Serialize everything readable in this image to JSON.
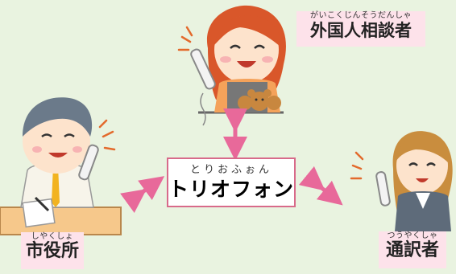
{
  "center": {
    "ruby": "とりおふぉん",
    "label": "トリオフォン"
  },
  "nodes": {
    "foreign_consultant": {
      "ruby": "がいこくじんそうだんしゃ",
      "label": "外国人相談者"
    },
    "city_office": {
      "ruby": "しやくしょ",
      "label": "市役所"
    },
    "interpreter": {
      "ruby": "つうやくしゃ",
      "label": "通訳者"
    }
  },
  "colors": {
    "background": "#e9f3e0",
    "arrow": "#e8699a",
    "label_bg": "#fde2ea",
    "center_border": "#d86a8a"
  }
}
